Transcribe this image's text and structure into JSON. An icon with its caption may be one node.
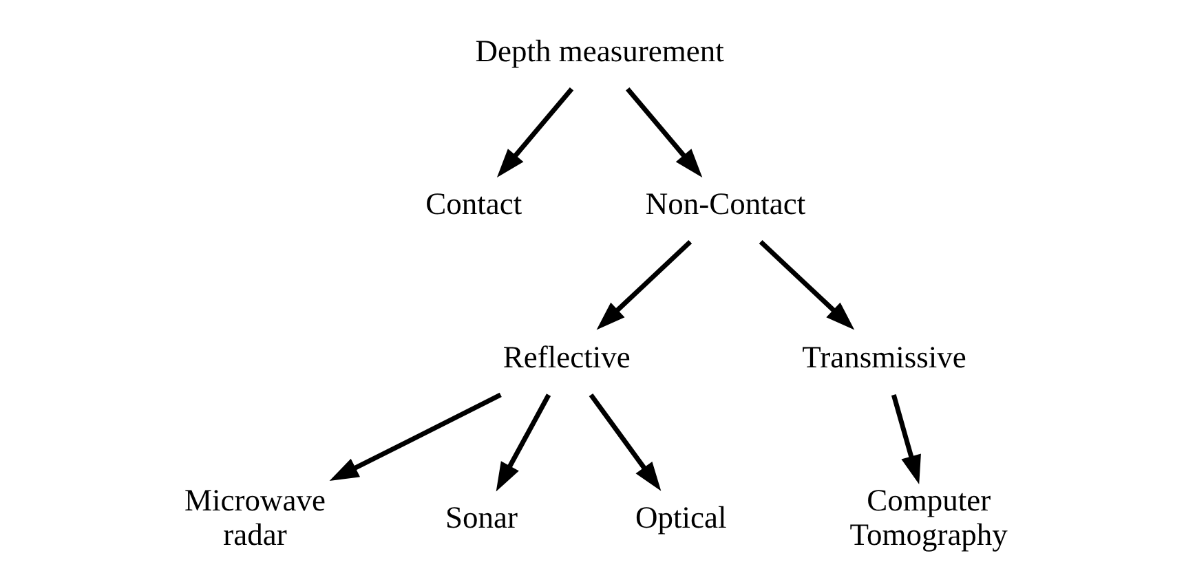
{
  "diagram": {
    "nodes": [
      {
        "text": [
          "Depth measurement"
        ]
      },
      {
        "text": [
          "Contact"
        ]
      },
      {
        "text": [
          "Non-Contact"
        ]
      },
      {
        "text": [
          "Reflective"
        ]
      },
      {
        "text": [
          "Transmissive"
        ]
      },
      {
        "text": [
          "Microwave radar"
        ]
      },
      {
        "text": [
          "Sonar"
        ]
      },
      {
        "text": [
          "Optical"
        ]
      },
      {
        "text": [
          "Computer Tomography"
        ]
      }
    ],
    "edges": [
      {
        "from": 0,
        "to": 1,
        "arrow": "to"
      },
      {
        "from": 0,
        "to": 2,
        "arrow": "to"
      },
      {
        "from": 2,
        "to": 3,
        "arrow": "to"
      },
      {
        "from": 2,
        "to": 4,
        "arrow": "to"
      },
      {
        "from": 3,
        "to": 5,
        "arrow": "to"
      },
      {
        "from": 3,
        "to": 6,
        "arrow": "to"
      },
      {
        "from": 3,
        "to": 7,
        "arrow": "to"
      },
      {
        "from": 4,
        "to": 8,
        "arrow": "to"
      }
    ]
  }
}
